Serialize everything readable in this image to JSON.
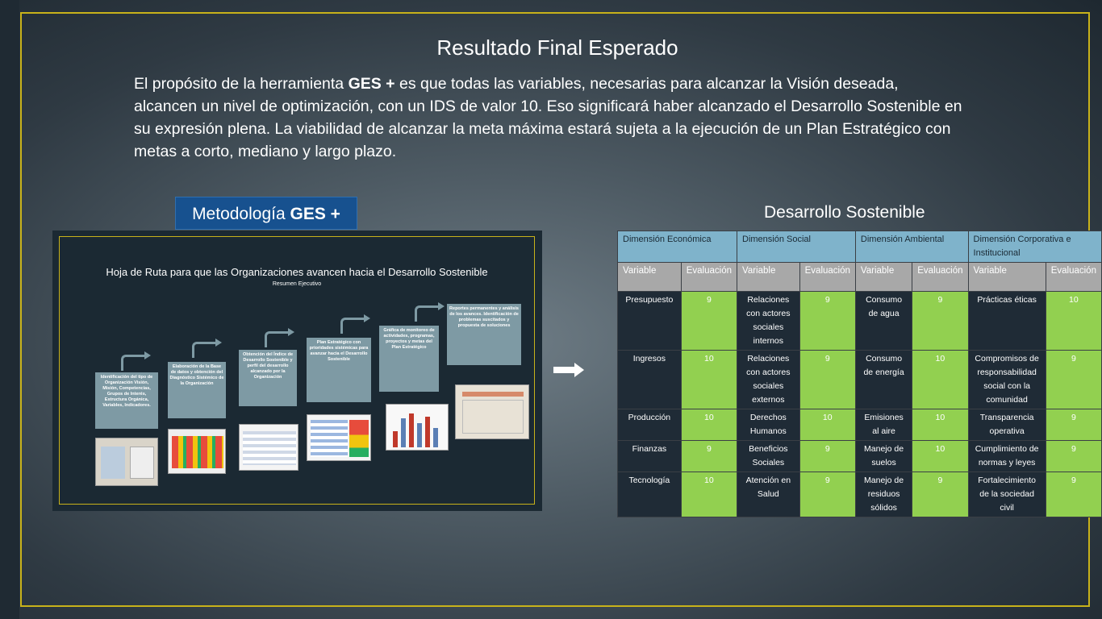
{
  "slide": {
    "title": "Resultado Final Esperado",
    "intro_prefix": "El propósito de la herramienta ",
    "intro_bold": "GES +",
    "intro_rest": " es que todas las variables,  necesarias para alcanzar la Visión deseada, alcancen un nivel de optimización, con un IDS  de valor 10. Eso  significará haber alcanzado el Desarrollo Sostenible en su expresión plena. La viabilidad de alcanzar la meta máxima  estará sujeta a la ejecución de un Plan Estratégico con metas a corto, mediano y largo plazo."
  },
  "metodologia": {
    "label_prefix": "Metodología ",
    "label_bold": "GES +",
    "title": "Hoja de Ruta para que las Organizaciones avancen hacia el Desarrollo Sostenible",
    "subtitle": "Resumen Ejecutivo",
    "steps": [
      "Identificación del tipo de Organización Visión, Misión, Competencias, Grupos de Interés, Estructura Orgánica, Variables, Indicadores.",
      "Elaboración de la Base de datos y obtención del Diagnóstico Sistémico de la Organización",
      "Obtención  del Índice de Desarrollo Sostenible y perfil del desarrollo alcanzado por  la Organización",
      "Plan Estratégico con prioridades sistémicas para avanzar hacia el Desarrollo Sostenible",
      "Gráfica de monitoreo de actividades, programas, proyectos  y metas del Plan Estratégico",
      "Reportes permanentes  y  análisis de los avances. Identificación de problemas suscitados y propuesta  de soluciones"
    ]
  },
  "desarrollo": {
    "title": "Desarrollo Sostenible",
    "dimensions": [
      "Dimensión Económica",
      "Dimensión Social",
      "Dimensión Ambiental",
      "Dimensión Corporativa e Institucional"
    ],
    "variable_label": "Variable",
    "eval_label": "Evaluación",
    "rows": [
      [
        "Presupuesto",
        "9",
        "Relaciones con actores sociales internos",
        "9",
        "Consumo de agua",
        "9",
        "Prácticas éticas",
        "10"
      ],
      [
        "Ingresos",
        "10",
        "Relaciones con actores sociales externos",
        "9",
        "Consumo de energía",
        "10",
        "Compromisos de responsabilidad social con la comunidad",
        "9"
      ],
      [
        "Producción",
        "10",
        "Derechos Humanos",
        "10",
        "Emisiones al aire",
        "10",
        "Transparencia operativa",
        "9"
      ],
      [
        "Finanzas",
        "9",
        "Beneficios Sociales",
        "9",
        "Manejo de suelos",
        "10",
        "Cumplimiento de normas y leyes",
        "9"
      ],
      [
        "Tecnología",
        "10",
        "Atención en Salud",
        "9",
        "Manejo de residuos sólidos",
        "9",
        "Fortalecimiento de la sociedad civil",
        "9"
      ]
    ]
  }
}
